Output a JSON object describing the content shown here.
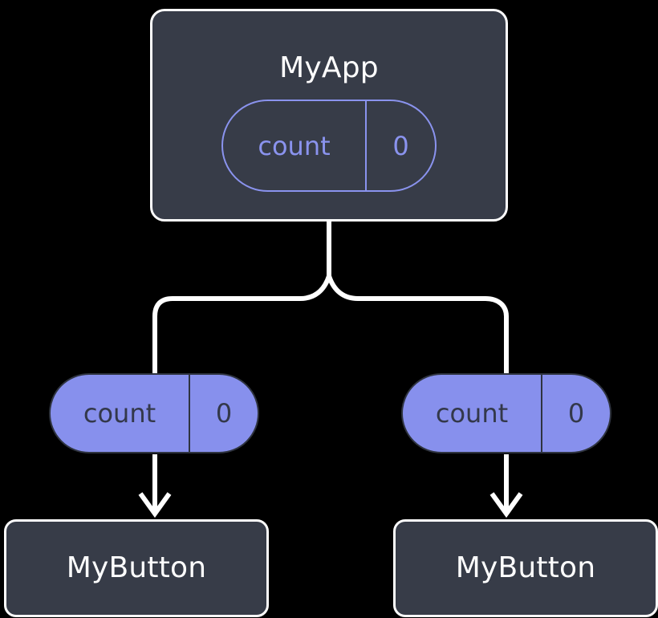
{
  "diagram": {
    "type": "component-tree",
    "background_color": "#000000",
    "colors": {
      "node_fill": "#373C48",
      "node_border": "#FDFDFD",
      "node_text": "#FFFFFF",
      "accent_purple": "#8790ED",
      "pill_outline": "#8A93EE",
      "pill_text_dark": "#33384A",
      "connector": "#FFFFFF"
    },
    "root": {
      "title": "MyApp",
      "state": {
        "key": "count",
        "value": "0"
      }
    },
    "props": [
      {
        "key": "count",
        "value": "0"
      },
      {
        "key": "count",
        "value": "0"
      }
    ],
    "children": [
      {
        "title": "MyButton"
      },
      {
        "title": "MyButton"
      }
    ],
    "connectors": {
      "root_to_split": "vertical",
      "split_to_props": "branching",
      "prop_to_child": "arrow-down"
    }
  }
}
